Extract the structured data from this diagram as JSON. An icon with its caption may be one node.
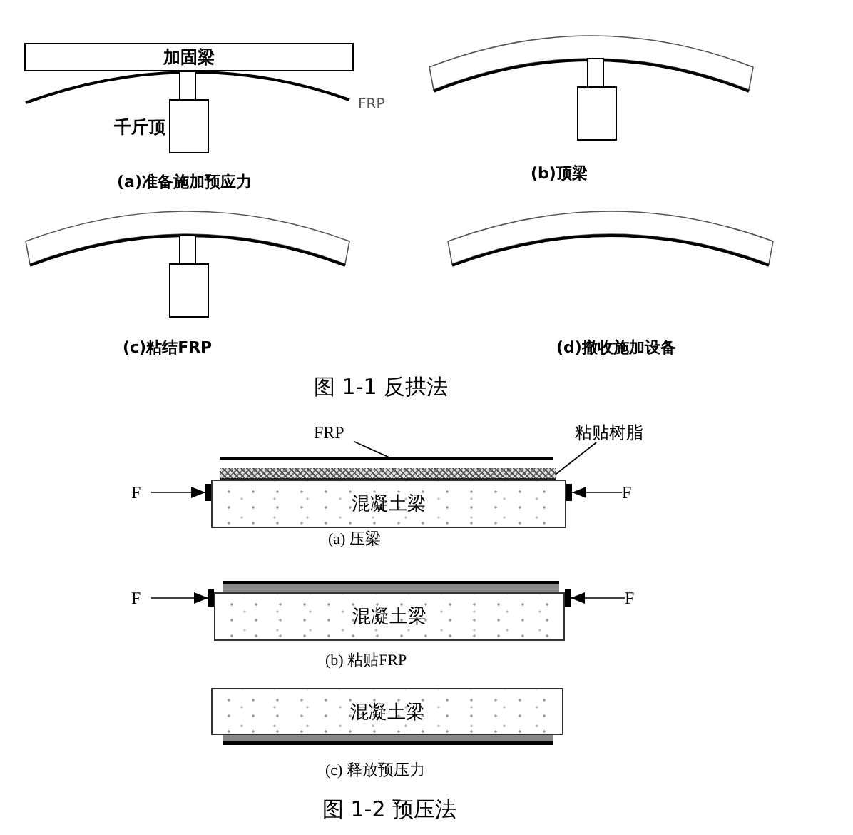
{
  "diagram": {
    "nodes": [
      {
        "text": [
          "加固梁"
        ]
      },
      {
        "text": [
          "混凝土梁"
        ]
      },
      {
        "text": [
          "F"
        ]
      },
      {
        "text": [
          "F"
        ]
      },
      {
        "text": [
          "FRP"
        ]
      },
      {
        "text": [],
        "shape": "bar"
      },
      {
        "text": [
          "粘贴树脂"
        ]
      },
      {
        "text": [],
        "shape": "bar"
      },
      {
        "text": [
          "混凝土梁"
        ]
      },
      {
        "text": [
          "F"
        ]
      },
      {
        "text": [
          "F"
        ]
      },
      {
        "text": [
          "混凝土梁"
        ]
      }
    ],
    "edges": [
      {
        "from": 2,
        "to": 1,
        "arrow": "to"
      },
      {
        "from": 3,
        "to": 1,
        "arrow": "to"
      },
      {
        "from": 4,
        "to": 5,
        "arrow": "none"
      },
      {
        "from": 6,
        "to": 7,
        "arrow": "none"
      },
      {
        "from": 9,
        "to": 8,
        "arrow": "to"
      },
      {
        "from": 10,
        "to": 8,
        "arrow": "to"
      }
    ],
    "labels": [
      "千斤顶",
      "FRP",
      "(a)准备施加预应力",
      "(b)顶梁",
      "(c)粘结FRP",
      "(d)撤收施加设备",
      "图 1-1  反拱法",
      "(a) 压梁",
      "(b) 粘贴FRP",
      "(c) 释放预压力",
      "图 1-2 预压法"
    ]
  }
}
